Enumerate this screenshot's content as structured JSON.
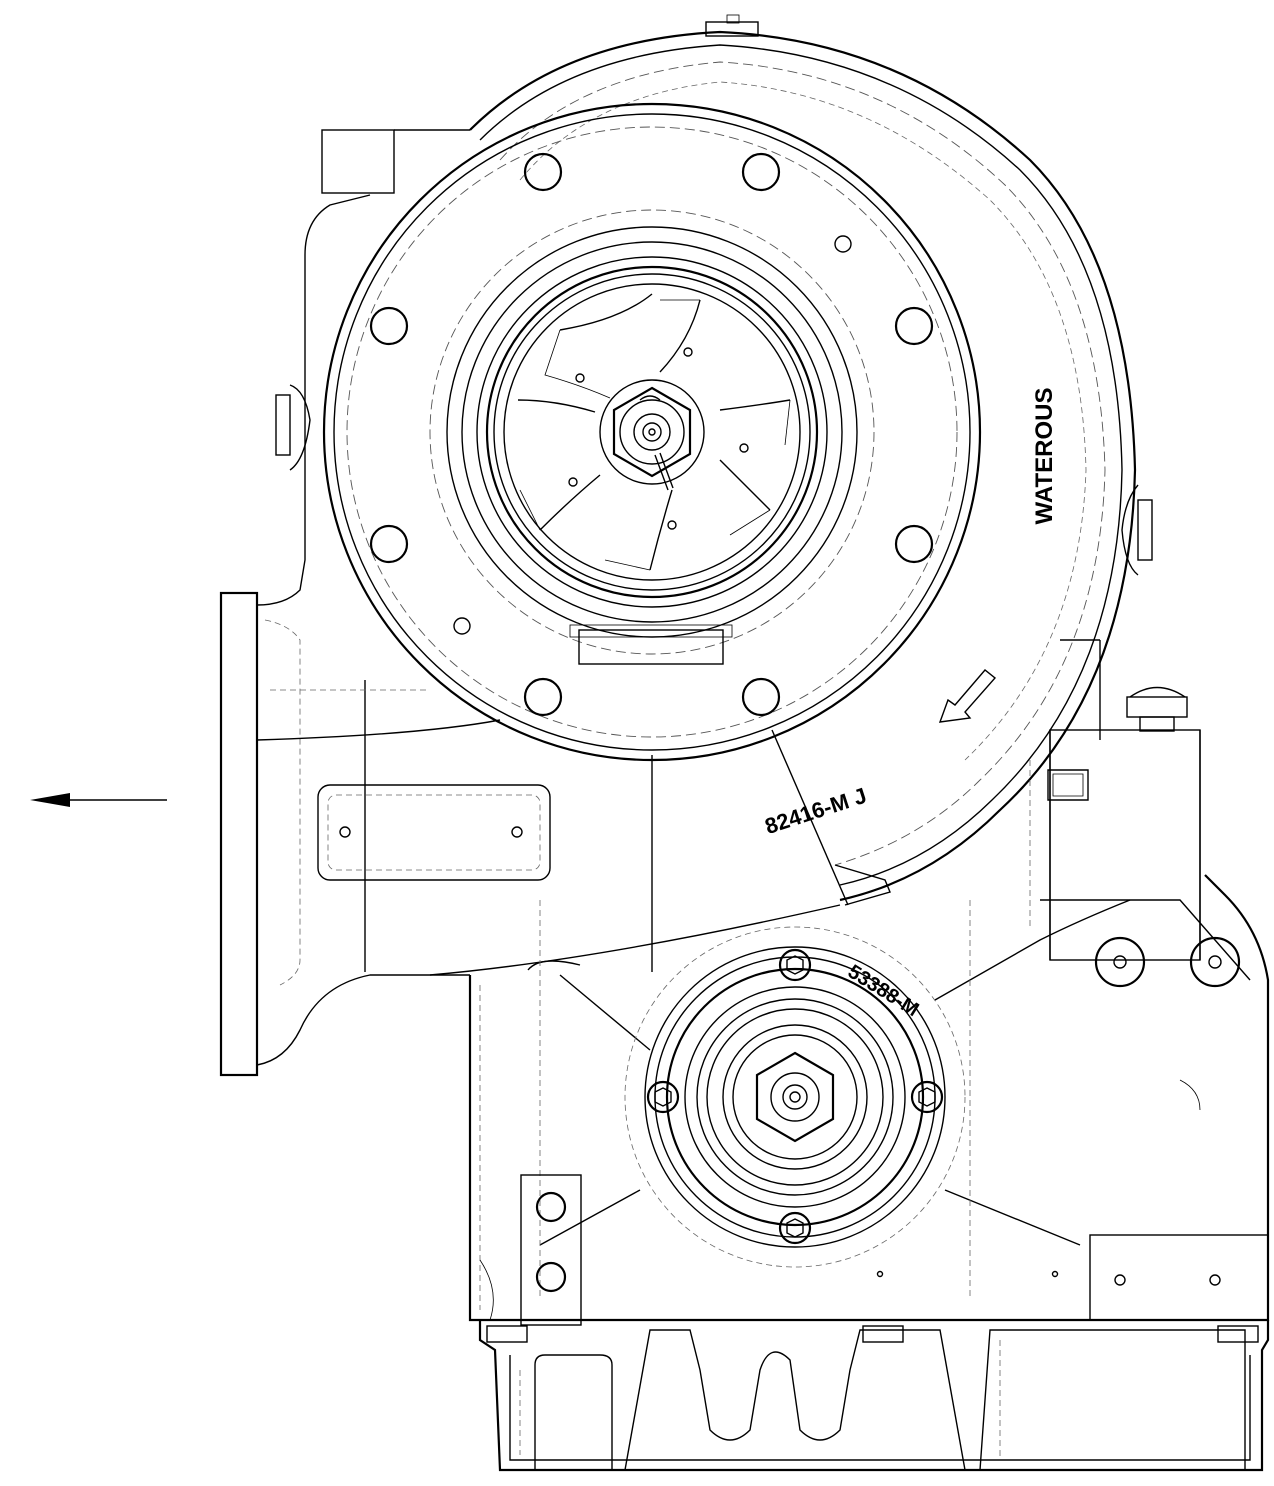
{
  "labels": {
    "brand": "WATEROUS",
    "part_pump_body": "82416-M J",
    "part_gearbox_cover": "53388-M"
  },
  "flow_arrow": {
    "icon": "arrow-left-icon"
  }
}
